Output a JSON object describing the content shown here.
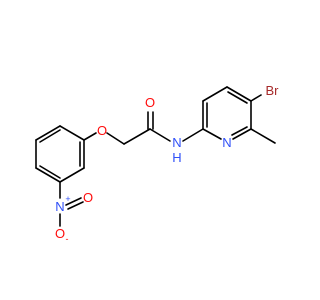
{
  "atoms": {
    "o_carbonyl": "O",
    "o_ether": "O",
    "n_amide": "N",
    "h_amide": "H",
    "n_pyridine": "N",
    "br": "Br",
    "n_nitro": "N",
    "o_nitro_top": "O",
    "o_nitro_bottom": "O",
    "plus": "+",
    "minus": "-"
  },
  "colors": {
    "bond": "#000000",
    "oxygen": "#ff0d0d",
    "nitrogen": "#3050f8",
    "bromine": "#a62929"
  }
}
